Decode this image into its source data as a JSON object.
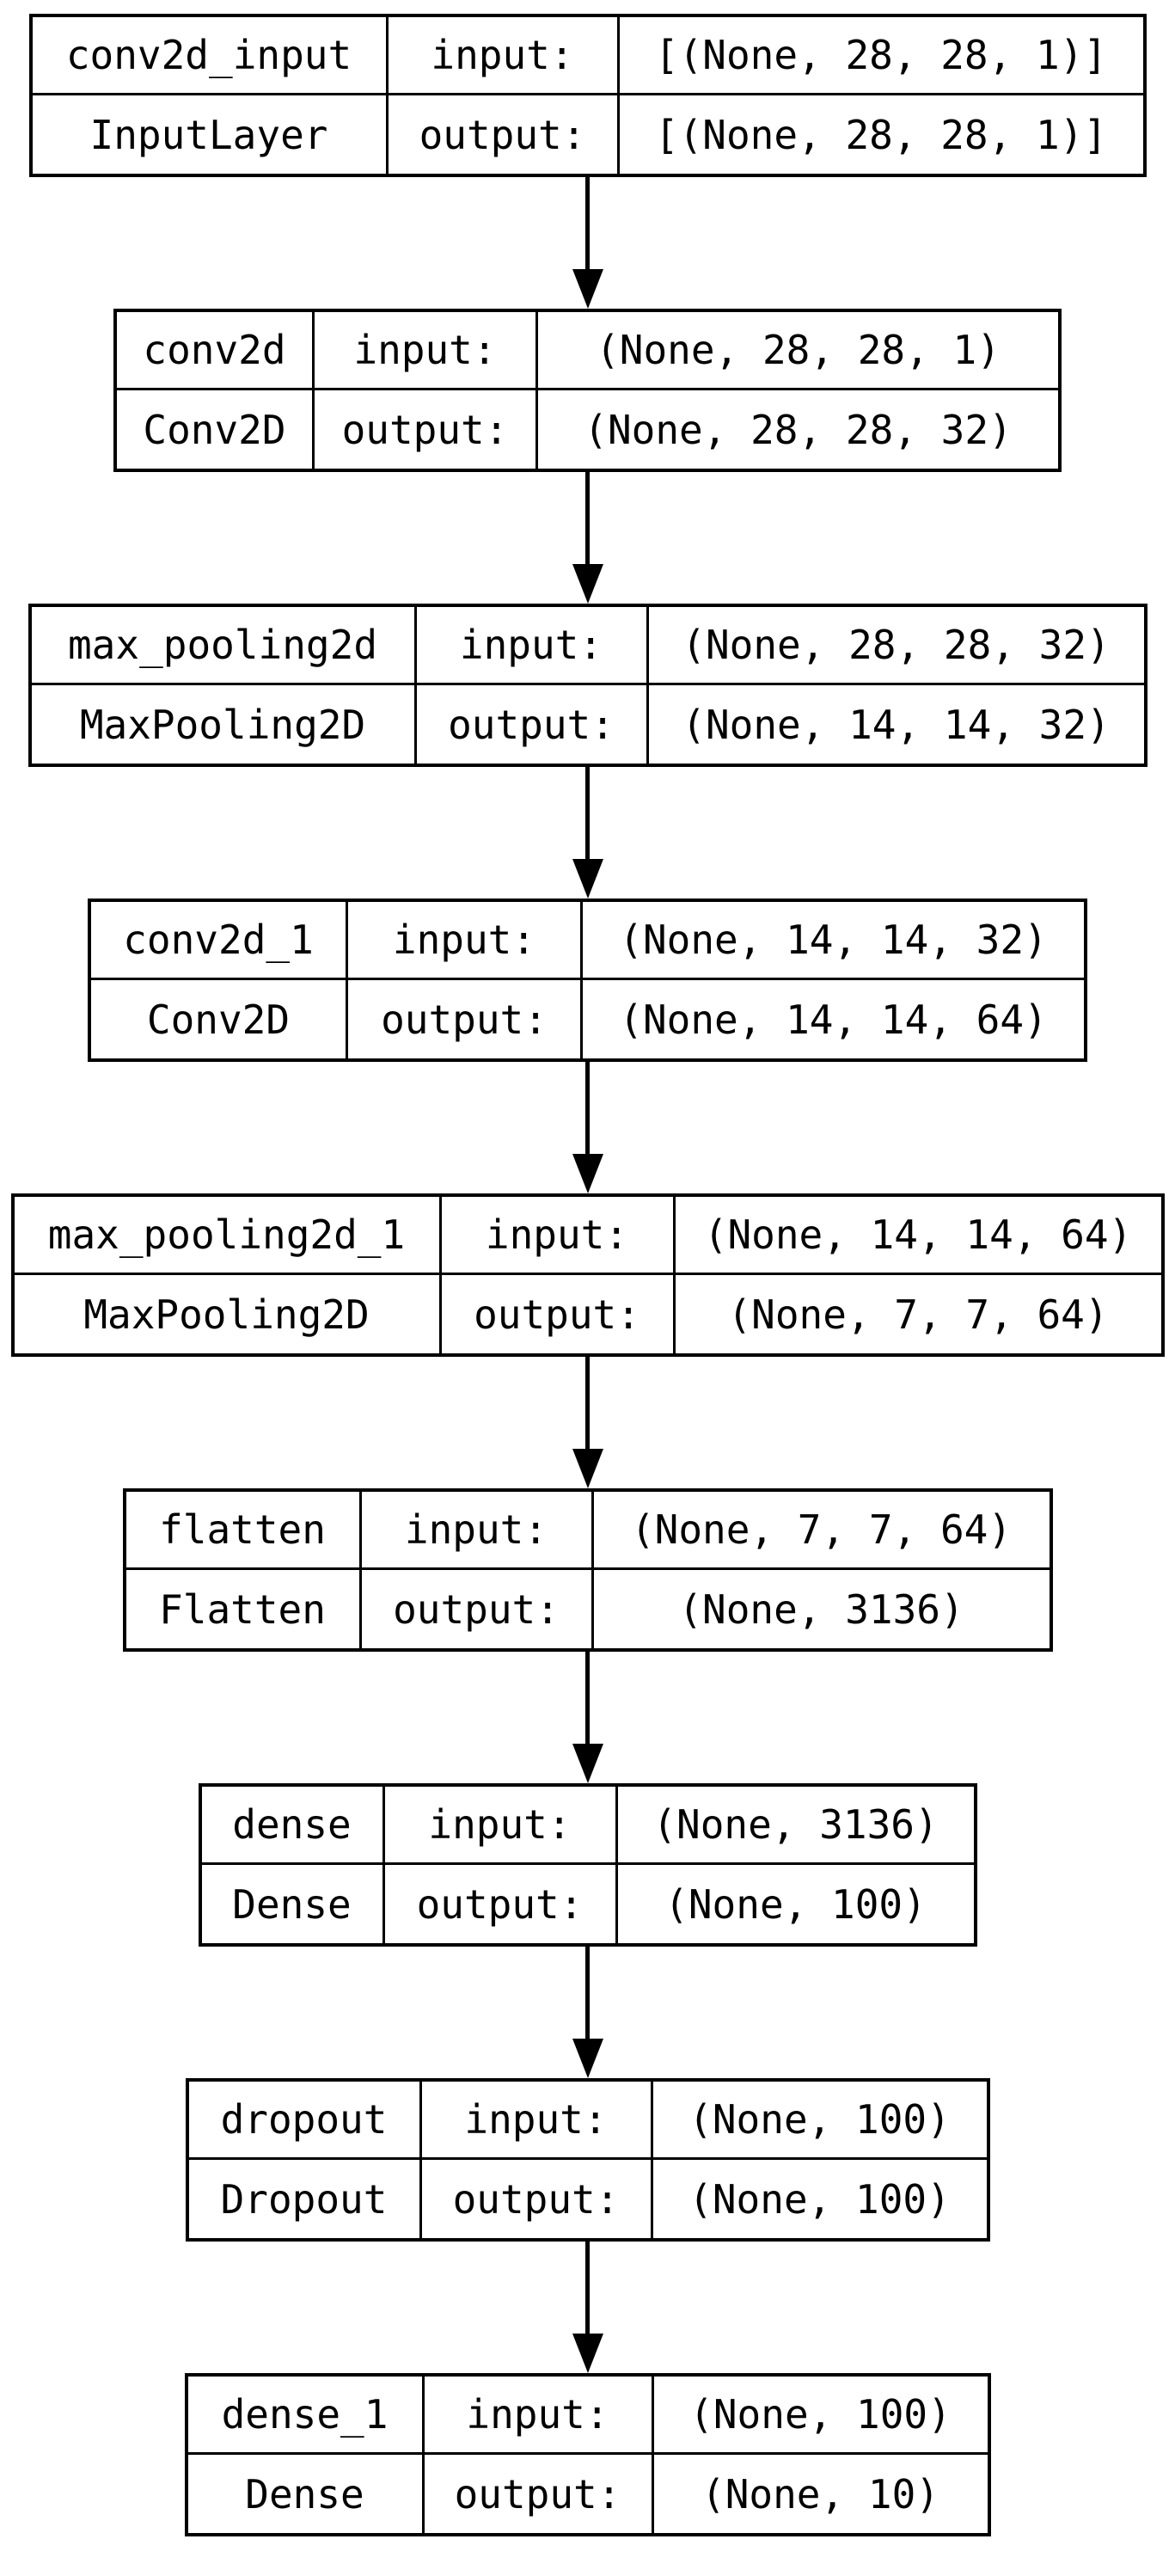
{
  "diagram": {
    "type": "keras-model-architecture-flowchart",
    "direction": "top-to-bottom",
    "colors": {
      "background": "#ffffff",
      "node_fill": "#ffffff",
      "stroke": "#000000",
      "text": "#000000"
    },
    "row_labels": {
      "input": "input:",
      "output": "output:"
    },
    "layers": [
      {
        "name": "conv2d_input",
        "class_name": "InputLayer",
        "input_shape": "[(None, 28, 28, 1)]",
        "output_shape": "[(None, 28, 28, 1)]"
      },
      {
        "name": "conv2d",
        "class_name": "Conv2D",
        "input_shape": "(None, 28, 28, 1)",
        "output_shape": "(None, 28, 28, 32)"
      },
      {
        "name": "max_pooling2d",
        "class_name": "MaxPooling2D",
        "input_shape": "(None, 28, 28, 32)",
        "output_shape": "(None, 14, 14, 32)"
      },
      {
        "name": "conv2d_1",
        "class_name": "Conv2D",
        "input_shape": "(None, 14, 14, 32)",
        "output_shape": "(None, 14, 14, 64)"
      },
      {
        "name": "max_pooling2d_1",
        "class_name": "MaxPooling2D",
        "input_shape": "(None, 14, 14, 64)",
        "output_shape": "(None, 7, 7, 64)"
      },
      {
        "name": "flatten",
        "class_name": "Flatten",
        "input_shape": "(None, 7, 7, 64)",
        "output_shape": "(None, 3136)"
      },
      {
        "name": "dense",
        "class_name": "Dense",
        "input_shape": "(None, 3136)",
        "output_shape": "(None, 100)"
      },
      {
        "name": "dropout",
        "class_name": "Dropout",
        "input_shape": "(None, 100)",
        "output_shape": "(None, 100)"
      },
      {
        "name": "dense_1",
        "class_name": "Dense",
        "input_shape": "(None, 100)",
        "output_shape": "(None, 10)"
      }
    ]
  }
}
